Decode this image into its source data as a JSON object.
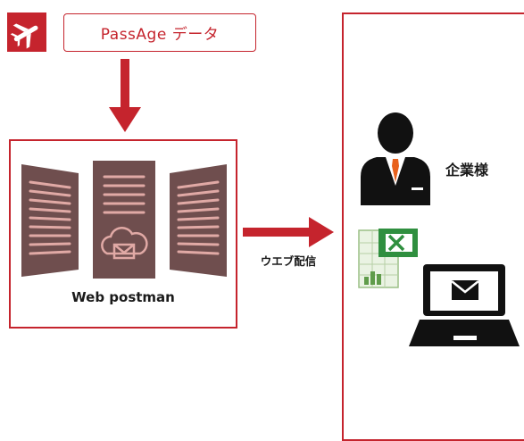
{
  "source": {
    "label": "PassAge データ",
    "icon": "airplane-icon"
  },
  "server": {
    "label": "Web postman",
    "icon": "server-cloud-mail-icon"
  },
  "delivery": {
    "label": "ウエブ配信"
  },
  "client": {
    "label": "企業様",
    "icons": [
      "businessman-icon",
      "excel-icon",
      "laptop-mail-icon"
    ]
  },
  "colors": {
    "accent": "#c5242d",
    "server": "#6f4e4e",
    "server_lines": "#e0a9a5"
  }
}
